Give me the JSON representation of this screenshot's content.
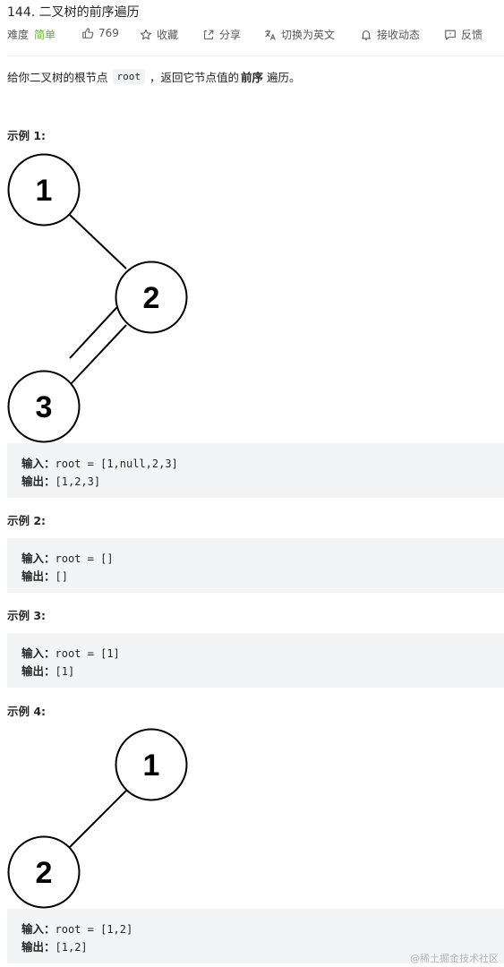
{
  "problem": {
    "title": "144. 二叉树的前序遍历",
    "difficulty_label": "难度",
    "difficulty": "简单",
    "likes": "769",
    "favorite": "收藏",
    "share": "分享",
    "switch_lang": "切换为英文",
    "subscribe": "接收动态",
    "feedback": "反馈",
    "difficulty_color": "#5ab726"
  },
  "description": {
    "part1": "给你二叉树的根节点",
    "code": "root",
    "part2": "，返回它节点值的",
    "bold": "前序",
    "part3": "遍历。"
  },
  "examples": [
    {
      "label": "示例 1:",
      "input_label": "输入：",
      "input": "root = [1,null,2,3]",
      "output_label": "输出：",
      "output": "[1,2,3]",
      "nodes": [
        "1",
        "2",
        "3"
      ]
    },
    {
      "label": "示例 2:",
      "input_label": "输入：",
      "input": "root = []",
      "output_label": "输出：",
      "output": "[]"
    },
    {
      "label": "示例 3:",
      "input_label": "输入：",
      "input": "root = [1]",
      "output_label": "输出：",
      "output": "[1]"
    },
    {
      "label": "示例 4:",
      "input_label": "输入：",
      "input": "root = [1,2]",
      "output_label": "输出：",
      "output": "[1,2]",
      "nodes": [
        "1",
        "2"
      ]
    }
  ],
  "watermark": "@稀土掘金技术社区"
}
